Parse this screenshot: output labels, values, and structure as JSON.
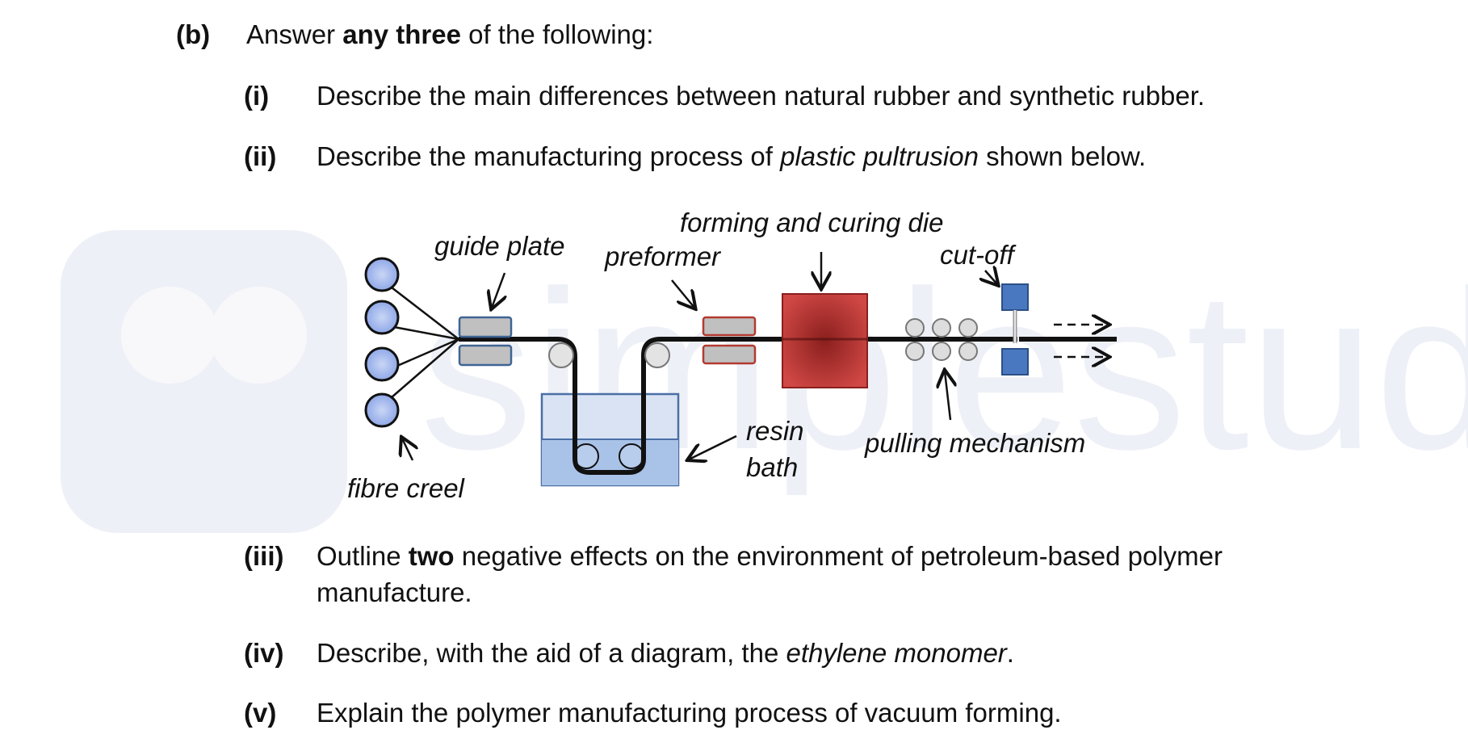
{
  "watermark": {
    "text": "simplestudy",
    "color": "#eef0f7"
  },
  "part": {
    "label": "(b)",
    "instruction": [
      {
        "t": "Answer ",
        "s": "n"
      },
      {
        "t": "any three",
        "s": "b"
      },
      {
        "t": " of the following:",
        "s": "n"
      }
    ]
  },
  "questions": [
    {
      "label": "(i)",
      "lines": [
        [
          {
            "t": "Describe the main differences between natural rubber and synthetic rubber.",
            "s": "n"
          }
        ]
      ]
    },
    {
      "label": "(ii)",
      "lines": [
        [
          {
            "t": "Describe the manufacturing process of ",
            "s": "n"
          },
          {
            "t": "plastic pultrusion",
            "s": "i"
          },
          {
            "t": " shown below.",
            "s": "n"
          }
        ]
      ]
    },
    {
      "label": "(iii)",
      "lines": [
        [
          {
            "t": "Outline ",
            "s": "n"
          },
          {
            "t": "two",
            "s": "b"
          },
          {
            "t": " negative effects on the environment of petroleum-based polymer",
            "s": "n"
          }
        ],
        [
          {
            "t": "manufacture.",
            "s": "n"
          }
        ]
      ]
    },
    {
      "label": "(iv)",
      "lines": [
        [
          {
            "t": "Describe, with the aid of a diagram, the ",
            "s": "n"
          },
          {
            "t": "ethylene monomer",
            "s": "i"
          },
          {
            "t": ".",
            "s": "n"
          }
        ]
      ]
    },
    {
      "label": "(v)",
      "lines": [
        [
          {
            "t": "Explain the polymer manufacturing process of vacuum forming.",
            "s": "n"
          }
        ]
      ]
    }
  ],
  "diagram": {
    "labels": {
      "guide_plate": "guide plate",
      "preformer": "preformer",
      "forming_die": "forming and curing die",
      "cut_off": "cut-off",
      "resin_bath_1": "resin",
      "resin_bath_2": "bath",
      "pulling_mechanism": "pulling mechanism",
      "fibre_creel": "fibre creel"
    },
    "colors": {
      "fibre_spool": "#8fa8e8",
      "guide_fill": "#c0c0c0",
      "guide_stroke": "#3f6494",
      "preformer_stroke": "#b23a30",
      "die": "#c0393b",
      "bath_light": "#d9e3f3",
      "bath_resin": "#a9c2e8",
      "bath_stroke": "#4a6fa5",
      "cutter": "#4a78c0",
      "roller": "#dddddd"
    }
  }
}
